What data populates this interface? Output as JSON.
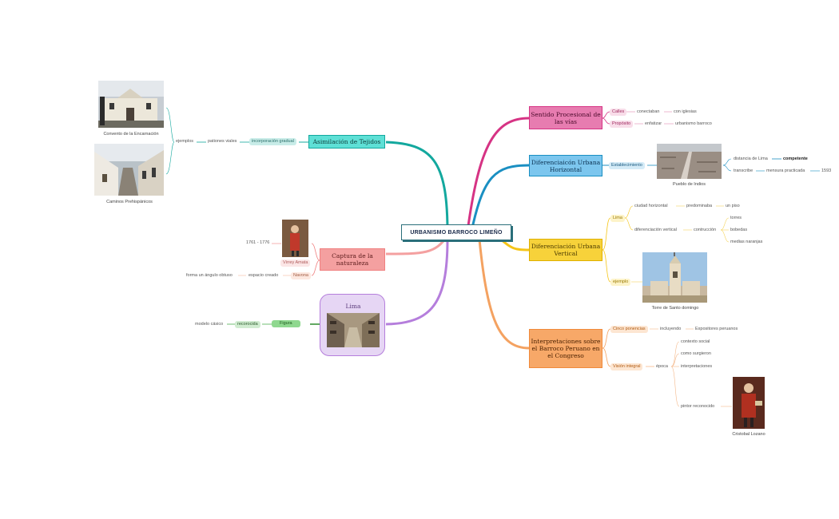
{
  "center": "URBANISMO BARROCO LIMEÑO",
  "colors": {
    "teal": "#13a89e",
    "magenta": "#d63384",
    "blue": "#1a8fc2",
    "yellow": "#f5c518",
    "orange": "#f4a261",
    "salmon": "#f08080",
    "purple": "#b57edc",
    "green": "#4caf50"
  },
  "left": {
    "tejidos": {
      "title": "Asimilación de Tejidos",
      "tag": "incorporación gradual",
      "vias": "pationes viales",
      "ejemplos": "ejemplos",
      "img1": "Convento de la Encarnación",
      "img2": "Caminos Prehispánicos"
    },
    "naturaleza": {
      "title": "Captura de la naturaleza",
      "years": "1761 - 1776",
      "virrey": "Virrey Amata",
      "navona": "Navona",
      "espacio": "espacio creado",
      "angulo": "forma un ángulo obtuso"
    },
    "lima": {
      "title": "Lima",
      "figura": "Figura",
      "recorocida": "recorocida",
      "modelo": "modelo cásico"
    }
  },
  "right": {
    "procesional": {
      "title": "Sentido Procesional de las vías",
      "calles": "Calles",
      "conectaban": "conectaban",
      "iglesias": "con iglesias",
      "proposito": "Propósito",
      "enfatizar": "enfatizar",
      "urbanismo": "urbanismo barroco"
    },
    "horizontal": {
      "title": "Diferenciaicón Urbana Horizontal",
      "establecimiento": "Establecimiento",
      "img": "Pueblo de Indios",
      "distancia": "distancia de Lima",
      "competente": "competente",
      "transcribe": "transcribe",
      "mensura": "mensura practicada",
      "year": "1593"
    },
    "vertical": {
      "title": "Diferenciación Urbana Vertical",
      "lima": "Lima",
      "ciudad": "ciudad horizontal",
      "predominaba": "predominaba",
      "piso": "un piso",
      "difvert": "diferenciación vertical",
      "construccion": "contrucción",
      "torres": "torres",
      "bobedas": "bobedas",
      "medias": "medias naranjas",
      "ejemplo": "ejemplo",
      "img": "Torre de Santo domingo"
    },
    "interpretaciones": {
      "title": "Interpretaciones sobre el Barroco Peruano en el Congreso",
      "ponencias": "Cinco ponencias",
      "incluyendo": "incluyendo",
      "expositores": "Expositores peruanos",
      "vision": "Visión integral",
      "epoca": "época",
      "contexto": "contexto social",
      "como": "como surgieron",
      "interp": "interpretaciones",
      "pintor": "pintor reconocido",
      "img": "Cristobal Lozano"
    }
  }
}
